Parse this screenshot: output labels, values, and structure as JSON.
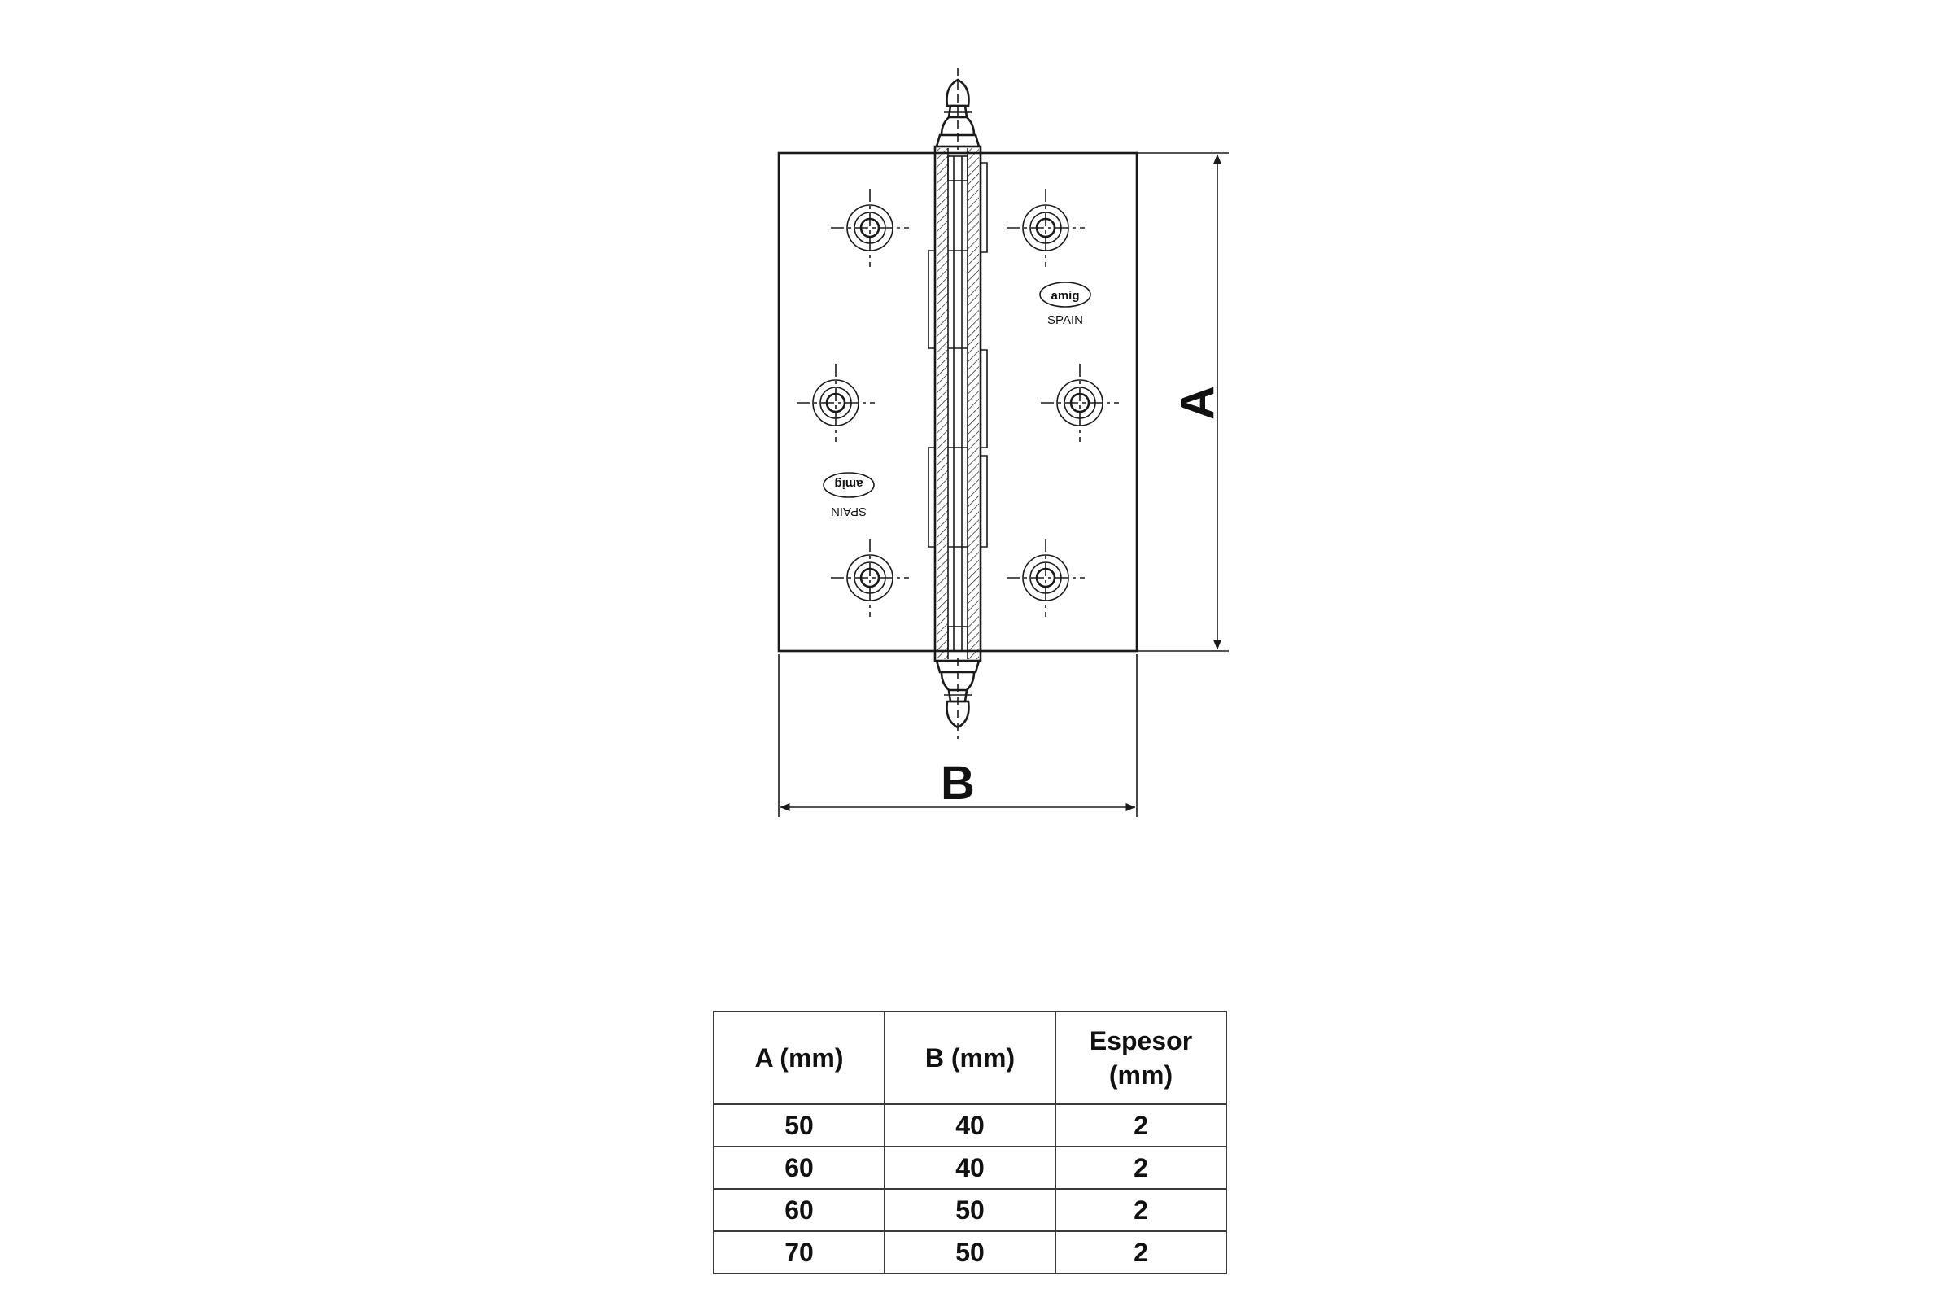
{
  "drawing": {
    "dimension_a_label": "A",
    "dimension_b_label": "B",
    "brand_top": "amig",
    "origin_top": "SPAIN",
    "brand_bottom": "amig",
    "origin_bottom": "SPAIN"
  },
  "table": {
    "headers": {
      "a": "A (mm)",
      "b": "B (mm)",
      "thickness_line1": "Espesor",
      "thickness_line2": "(mm)"
    },
    "rows": [
      {
        "a": "50",
        "b": "40",
        "thickness": "2"
      },
      {
        "a": "60",
        "b": "40",
        "thickness": "2"
      },
      {
        "a": "60",
        "b": "50",
        "thickness": "2"
      },
      {
        "a": "70",
        "b": "50",
        "thickness": "2"
      }
    ]
  }
}
